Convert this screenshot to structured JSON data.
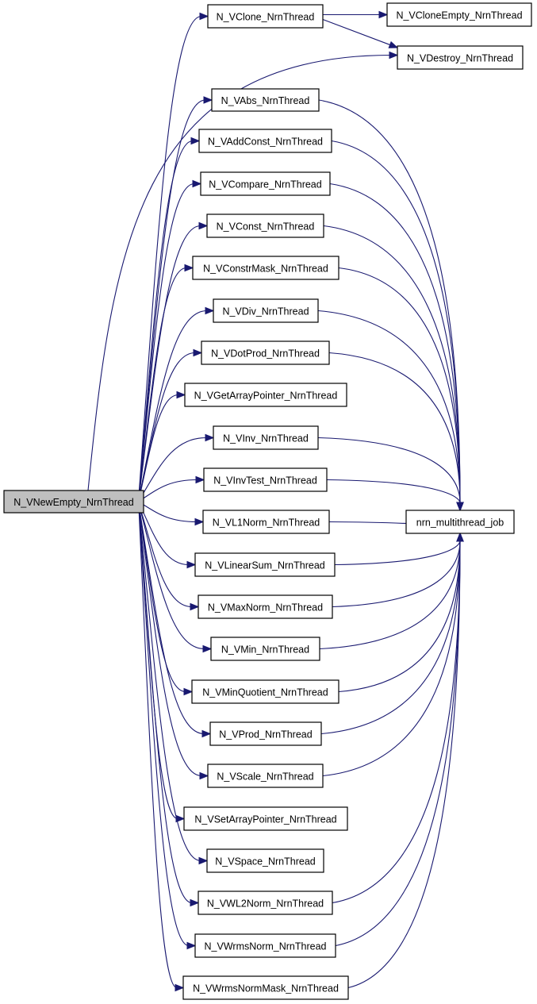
{
  "graph": {
    "kind": "call-graph",
    "colors": {
      "edge": "#191970",
      "node_fill": "#ffffff",
      "root_fill": "#bfbfbf",
      "node_border": "#000000"
    },
    "root": "N_VNewEmpty_NrnThread",
    "nodes": [
      {
        "id": "root",
        "label": "N_VNewEmpty_NrnThread",
        "root": true
      },
      {
        "id": "vclone",
        "label": "N_VClone_NrnThread"
      },
      {
        "id": "vcloneempty",
        "label": "N_VCloneEmpty_NrnThread"
      },
      {
        "id": "vdestroy",
        "label": "N_VDestroy_NrnThread"
      },
      {
        "id": "vabs",
        "label": "N_VAbs_NrnThread"
      },
      {
        "id": "vaddconst",
        "label": "N_VAddConst_NrnThread"
      },
      {
        "id": "vcompare",
        "label": "N_VCompare_NrnThread"
      },
      {
        "id": "vconst",
        "label": "N_VConst_NrnThread"
      },
      {
        "id": "vconstrmask",
        "label": "N_VConstrMask_NrnThread"
      },
      {
        "id": "vdiv",
        "label": "N_VDiv_NrnThread"
      },
      {
        "id": "vdotprod",
        "label": "N_VDotProd_NrnThread"
      },
      {
        "id": "vgetarraypointer",
        "label": "N_VGetArrayPointer_NrnThread"
      },
      {
        "id": "vinv",
        "label": "N_VInv_NrnThread"
      },
      {
        "id": "vinvtest",
        "label": "N_VInvTest_NrnThread"
      },
      {
        "id": "vl1norm",
        "label": "N_VL1Norm_NrnThread"
      },
      {
        "id": "vlinearsum",
        "label": "N_VLinearSum_NrnThread"
      },
      {
        "id": "vmaxnorm",
        "label": "N_VMaxNorm_NrnThread"
      },
      {
        "id": "vmin",
        "label": "N_VMin_NrnThread"
      },
      {
        "id": "vminquotient",
        "label": "N_VMinQuotient_NrnThread"
      },
      {
        "id": "vprod",
        "label": "N_VProd_NrnThread"
      },
      {
        "id": "vscale",
        "label": "N_VScale_NrnThread"
      },
      {
        "id": "vsetarraypointer",
        "label": "N_VSetArrayPointer_NrnThread"
      },
      {
        "id": "vspace",
        "label": "N_VSpace_NrnThread"
      },
      {
        "id": "vwl2norm",
        "label": "N_VWL2Norm_NrnThread"
      },
      {
        "id": "vwrmsnorm",
        "label": "N_VWrmsNorm_NrnThread"
      },
      {
        "id": "vwrmsnormmask",
        "label": "N_VWrmsNormMask_NrnThread"
      },
      {
        "id": "nrnjob",
        "label": "nrn_multithread_job"
      }
    ],
    "edges": [
      {
        "from": "root",
        "to": "vclone"
      },
      {
        "from": "root",
        "to": "vdestroy"
      },
      {
        "from": "root",
        "to": "vabs"
      },
      {
        "from": "root",
        "to": "vaddconst"
      },
      {
        "from": "root",
        "to": "vcompare"
      },
      {
        "from": "root",
        "to": "vconst"
      },
      {
        "from": "root",
        "to": "vconstrmask"
      },
      {
        "from": "root",
        "to": "vdiv"
      },
      {
        "from": "root",
        "to": "vdotprod"
      },
      {
        "from": "root",
        "to": "vgetarraypointer"
      },
      {
        "from": "root",
        "to": "vinv"
      },
      {
        "from": "root",
        "to": "vinvtest"
      },
      {
        "from": "root",
        "to": "vl1norm"
      },
      {
        "from": "root",
        "to": "vlinearsum"
      },
      {
        "from": "root",
        "to": "vmaxnorm"
      },
      {
        "from": "root",
        "to": "vmin"
      },
      {
        "from": "root",
        "to": "vminquotient"
      },
      {
        "from": "root",
        "to": "vprod"
      },
      {
        "from": "root",
        "to": "vscale"
      },
      {
        "from": "root",
        "to": "vsetarraypointer"
      },
      {
        "from": "root",
        "to": "vspace"
      },
      {
        "from": "root",
        "to": "vwl2norm"
      },
      {
        "from": "root",
        "to": "vwrmsnorm"
      },
      {
        "from": "root",
        "to": "vwrmsnormmask"
      },
      {
        "from": "vclone",
        "to": "vcloneempty"
      },
      {
        "from": "vclone",
        "to": "vdestroy"
      },
      {
        "from": "vabs",
        "to": "nrnjob"
      },
      {
        "from": "vaddconst",
        "to": "nrnjob"
      },
      {
        "from": "vcompare",
        "to": "nrnjob"
      },
      {
        "from": "vconst",
        "to": "nrnjob"
      },
      {
        "from": "vconstrmask",
        "to": "nrnjob"
      },
      {
        "from": "vdiv",
        "to": "nrnjob"
      },
      {
        "from": "vdotprod",
        "to": "nrnjob"
      },
      {
        "from": "vinv",
        "to": "nrnjob"
      },
      {
        "from": "vinvtest",
        "to": "nrnjob"
      },
      {
        "from": "vl1norm",
        "to": "nrnjob"
      },
      {
        "from": "vlinearsum",
        "to": "nrnjob"
      },
      {
        "from": "vmaxnorm",
        "to": "nrnjob"
      },
      {
        "from": "vmin",
        "to": "nrnjob"
      },
      {
        "from": "vminquotient",
        "to": "nrnjob"
      },
      {
        "from": "vprod",
        "to": "nrnjob"
      },
      {
        "from": "vscale",
        "to": "nrnjob"
      },
      {
        "from": "vwl2norm",
        "to": "nrnjob"
      },
      {
        "from": "vwrmsnorm",
        "to": "nrnjob"
      },
      {
        "from": "vwrmsnormmask",
        "to": "nrnjob"
      }
    ]
  }
}
